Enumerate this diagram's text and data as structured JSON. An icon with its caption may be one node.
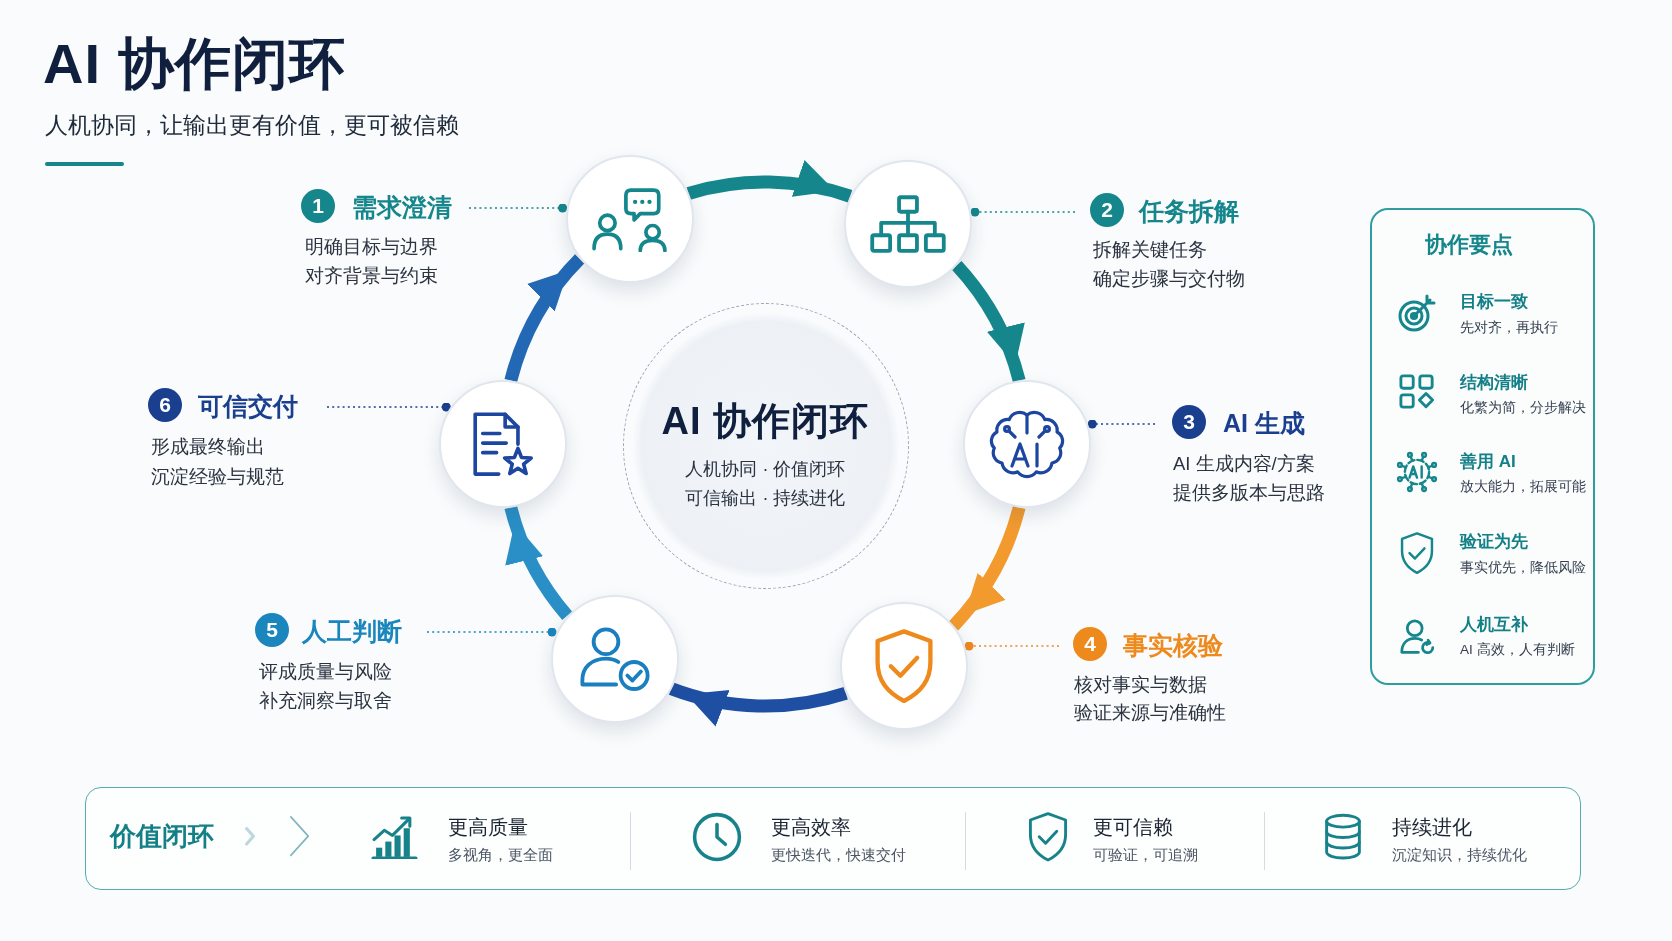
{
  "diagram": {
    "title": "AI 协作闭环",
    "nodes": [
      {
        "text": [
          "1",
          "需求澄清",
          "明确目标与边界",
          "对齐背景与约束"
        ]
      },
      {
        "text": [],
        "shape": "circle"
      },
      {
        "text": [],
        "shape": "circle"
      },
      {
        "text": [
          "2",
          "任务拆解",
          "拆解关键任务",
          "确定步骤与交付物"
        ]
      },
      {
        "text": [
          "协作要点",
          "目标一致",
          "先对齐，再执行",
          "结构清晰",
          "化繁为简，分步解决",
          "善用 AI",
          "放大能力，拓展可能",
          "验证为先",
          "事实优先，降低风险",
          "人机互补",
          "AI 高效，人有判断"
        ]
      },
      {
        "text": [
          "6",
          "可信交付",
          "形成最终输出",
          "沉淀经验与规范"
        ]
      },
      {
        "text": [],
        "shape": "circle"
      },
      {
        "text": [
          "AI 协作闭环",
          "人机协同 · 价值闭环",
          "可信输出 · 持续进化"
        ]
      },
      {
        "text": [],
        "shape": "circle"
      },
      {
        "text": [
          "3",
          "AI 生成",
          "AI 生成内容/方案",
          "提供多版本与思路"
        ]
      },
      {
        "text": [
          "5",
          "人工判断",
          "评成质量与风险",
          "补充洞察与取舍"
        ]
      },
      {
        "text": [],
        "shape": "circle"
      },
      {
        "text": [],
        "shape": "circle"
      },
      {
        "text": [
          "4",
          "事实核验",
          "核对事实与数据",
          "验证来源与准确性"
        ]
      },
      {
        "text": [
          "价值闭环",
          "更高质量",
          "多视角，更全面",
          "更高效率",
          "更快迭代，快速交付",
          "更可信赖",
          "可验证，可追溯",
          "持续进化",
          "沉淀知识，持续优化"
        ]
      }
    ],
    "edges": [
      {
        "from": 1,
        "to": 2,
        "arrow": "to",
        "style": "thick"
      },
      {
        "from": 2,
        "to": 8,
        "arrow": "to",
        "style": "thick"
      },
      {
        "from": 8,
        "to": 12,
        "arrow": "to",
        "style": "thick",
        "color": "#f29a2e"
      },
      {
        "from": 12,
        "to": 11,
        "arrow": "to",
        "style": "thick",
        "color": "#1f4fa3"
      },
      {
        "from": 11,
        "to": 6,
        "arrow": "to",
        "style": "thick",
        "color": "#2a8fc6"
      },
      {
        "from": 6,
        "to": 1,
        "arrow": "to",
        "style": "thick",
        "color": "#2268b5"
      },
      {
        "from": 0,
        "to": 1,
        "arrow": "other",
        "style": "dashed"
      },
      {
        "from": 3,
        "to": 2,
        "arrow": "other",
        "style": "dashed"
      },
      {
        "from": 9,
        "to": 8,
        "arrow": "other",
        "style": "dashed",
        "color": "#1b3f8f"
      },
      {
        "from": 13,
        "to": 12,
        "arrow": "other",
        "style": "dashed",
        "color": "#ee8a1c"
      },
      {
        "from": 10,
        "to": 11,
        "arrow": "other",
        "style": "dashed",
        "color": "#1a86bd"
      },
      {
        "from": 5,
        "to": 6,
        "arrow": "other",
        "style": "dashed",
        "color": "#1b3f8f"
      }
    ],
    "labels": [
      "人机协同，让输出更有价值，更可被信赖"
    ]
  }
}
